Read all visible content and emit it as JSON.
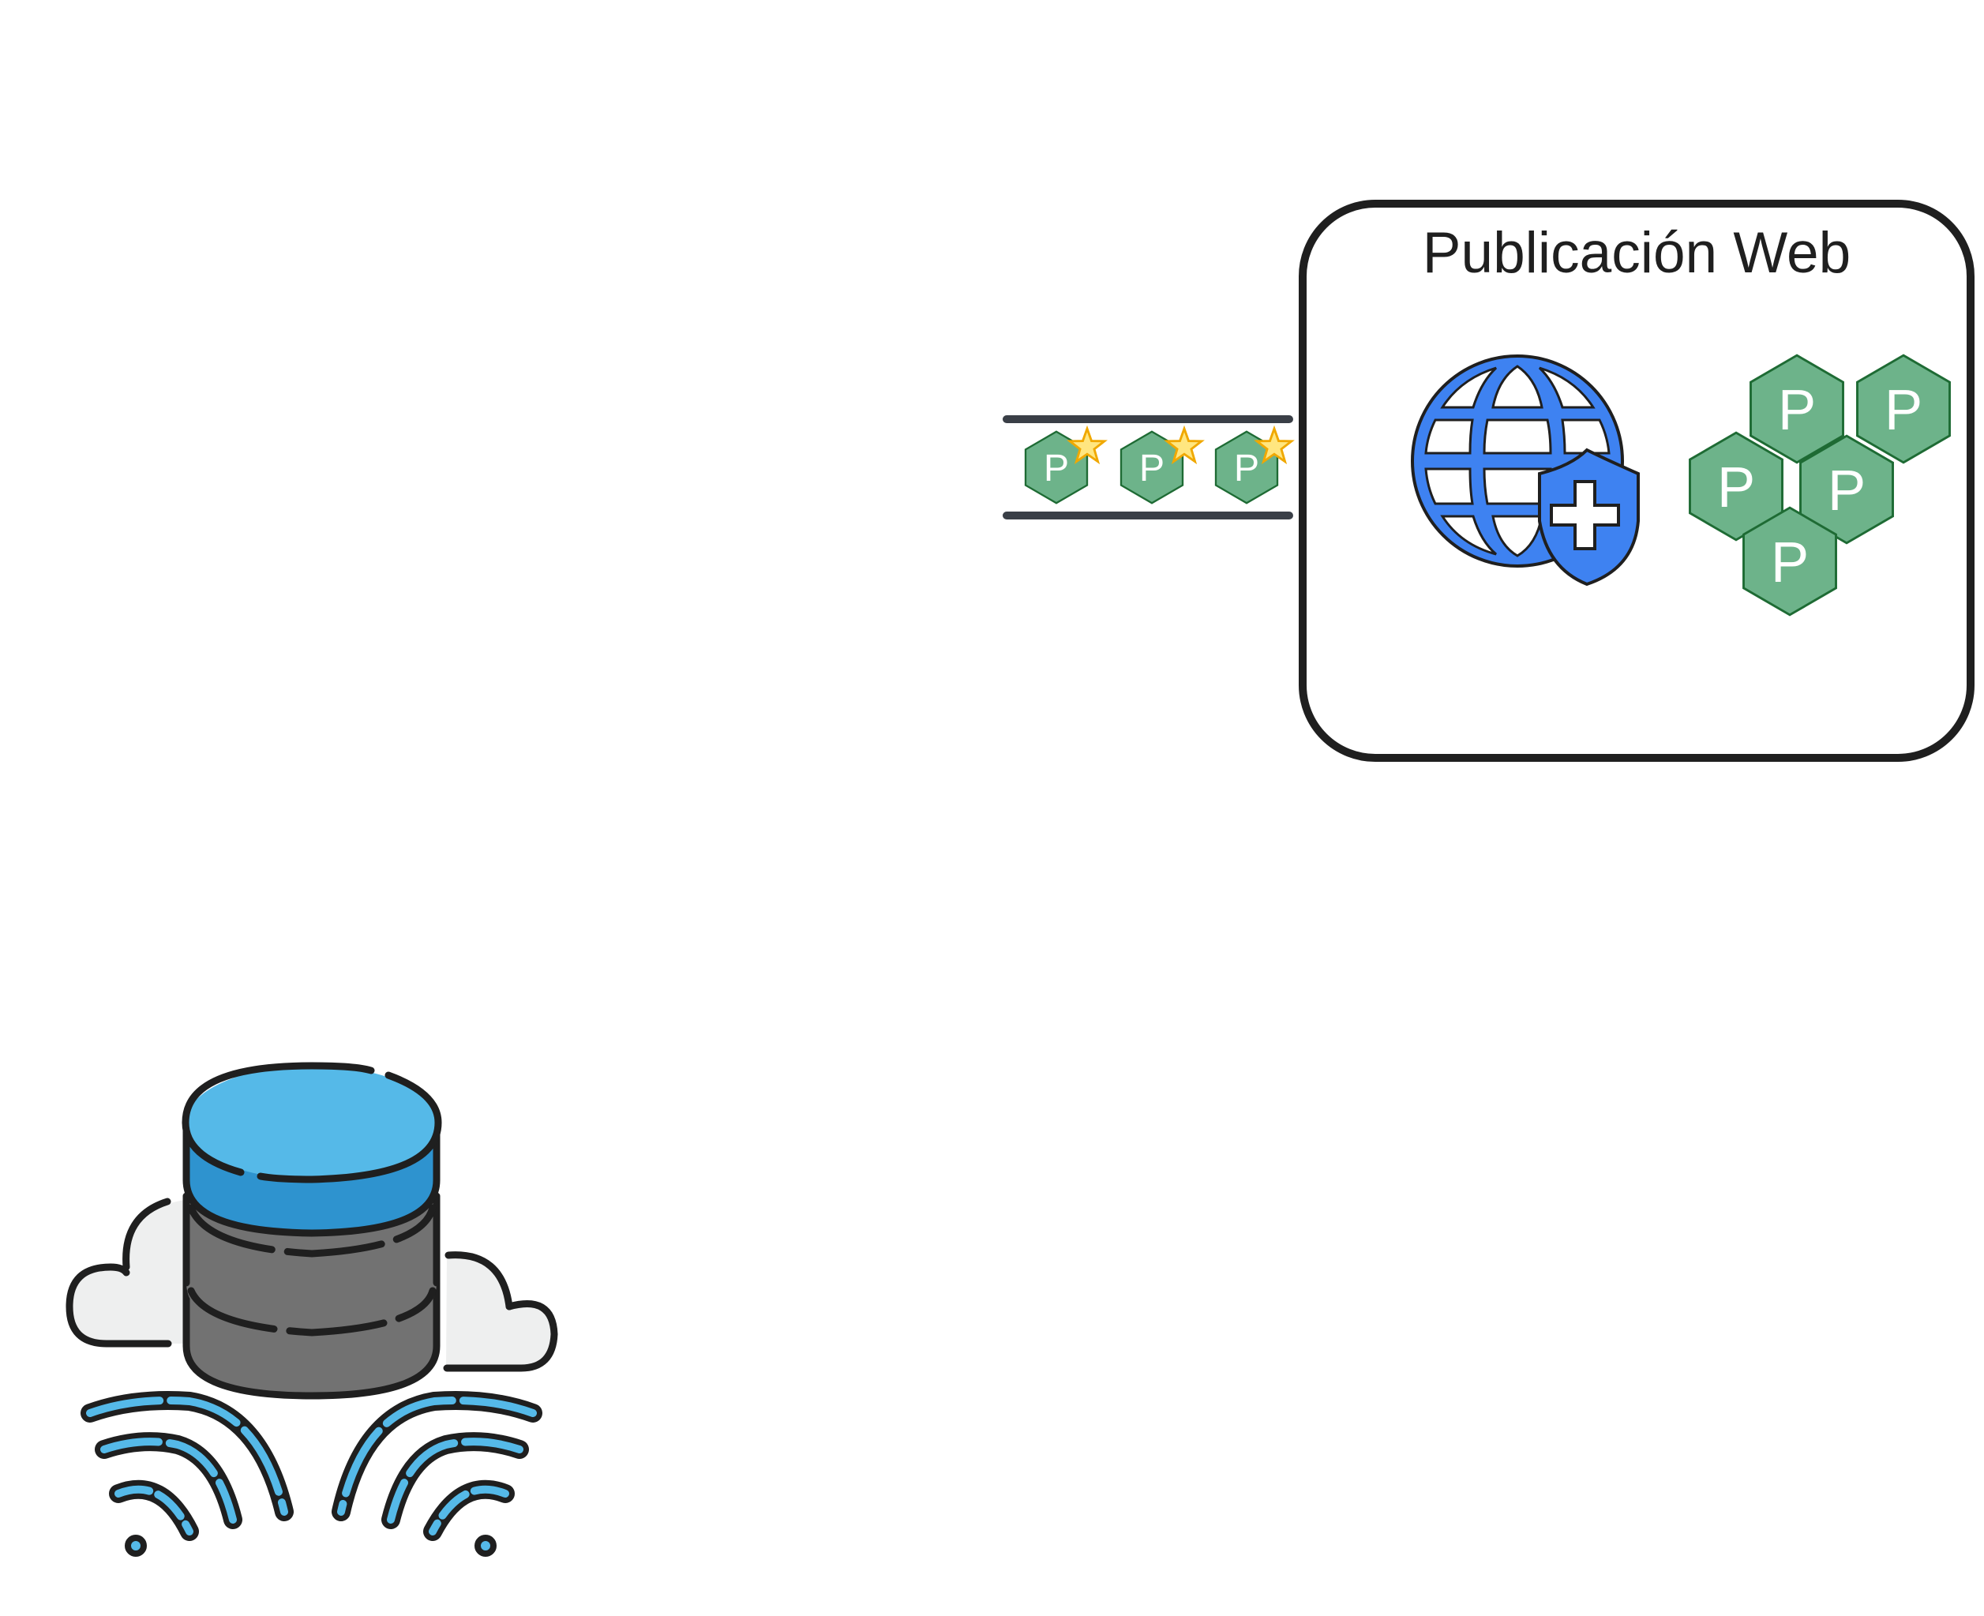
{
  "diagram": {
    "web_box": {
      "title": "Publicación Web"
    },
    "queue_items": [
      {
        "label": "P",
        "starred": true
      },
      {
        "label": "P",
        "starred": true
      },
      {
        "label": "P",
        "starred": true
      }
    ],
    "published_items": [
      {
        "label": "P"
      },
      {
        "label": "P"
      },
      {
        "label": "P"
      },
      {
        "label": "P"
      },
      {
        "label": "P"
      }
    ],
    "icons": {
      "web_security": "globe-shield-plus-icon",
      "cloud_database": "cloud-database-icon",
      "wireless_signal": "wifi-signal-icon",
      "star": "star-icon",
      "item": "hexagon-p-icon"
    },
    "colors": {
      "hex_fill": "#6db38a",
      "hex_stroke": "#1e6b34",
      "globe_blue": "#3e82f1",
      "star_fill": "#ffe680",
      "star_stroke": "#f0a800",
      "db_top": "#55b9e8",
      "db_band": "#2e93cf",
      "db_gray": "#727272",
      "cloud": "#eeefef",
      "outline": "#1f1f1f",
      "pipe": "#3a3f47"
    }
  }
}
